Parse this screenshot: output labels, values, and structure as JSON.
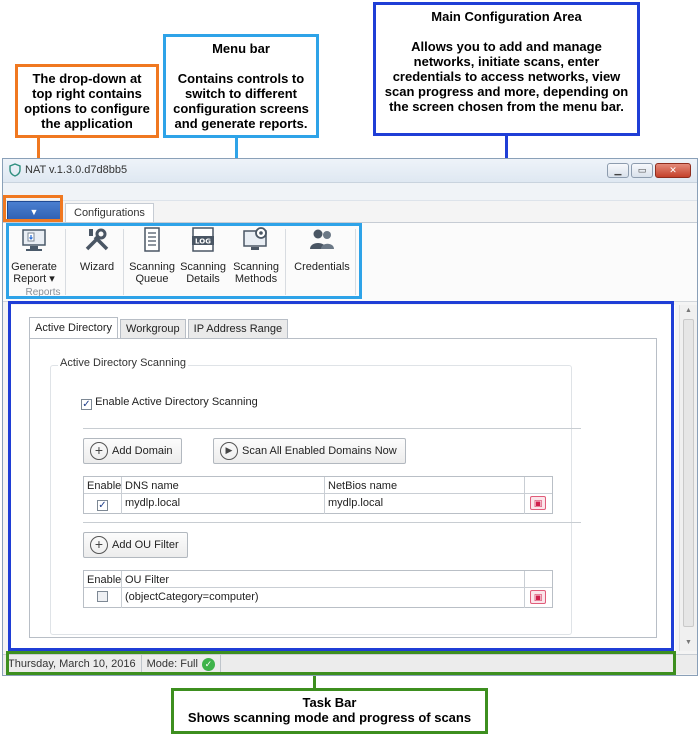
{
  "callouts": {
    "main_area": "Main Configuration Area\n\nAllows you to add and manage networks, initiate scans, enter credentials to access networks, view scan progress and more, depending on the screen chosen from the menu bar.",
    "menu_bar": "Menu bar\n\nContains controls to switch to different configuration screens and generate reports.",
    "dropdown": "The drop-down at top right contains options to configure the application",
    "task_bar": "Task Bar\nShows scanning mode and progress of scans"
  },
  "colors": {
    "dropdown_callout": "#f07820",
    "menubar_callout": "#2ea3e8",
    "main_callout": "#1f3ed6",
    "taskbar_callout": "#3d8f1f"
  },
  "window": {
    "title": "NAT v.1.3.0.d7d8bb5",
    "controls": [
      "minimize",
      "maximize",
      "close"
    ]
  },
  "tabs": {
    "main": "Configurations"
  },
  "ribbon": {
    "buttons": [
      {
        "label": "Generate Report ▾",
        "icon": "report-icon"
      },
      {
        "label": "Wizard",
        "icon": "tools-icon"
      },
      {
        "label": "Scanning Queue",
        "icon": "queue-icon"
      },
      {
        "label": "Scanning Details",
        "icon": "log-icon"
      },
      {
        "label": "Scanning Methods",
        "icon": "methods-icon"
      },
      {
        "label": "Credentials",
        "icon": "users-icon"
      }
    ],
    "group_label": "Reports"
  },
  "subtabs": [
    "Active Directory",
    "Workgroup",
    "IP Address Range"
  ],
  "ad": {
    "group_title": "Active Directory Scanning",
    "enable_label": "Enable Active Directory Scanning",
    "enable_checked": true,
    "add_domain": "Add Domain",
    "scan_all": "Scan All Enabled Domains Now",
    "domains_columns": [
      "Enable",
      "DNS name",
      "NetBios name"
    ],
    "domains_row": {
      "enabled": true,
      "dns": "mydlp.local",
      "netbios": "mydlp.local"
    },
    "add_ou": "Add OU Filter",
    "ou_columns": [
      "Enable",
      "OU Filter"
    ],
    "ou_row": {
      "enabled": false,
      "filter": "(objectCategory=computer)"
    }
  },
  "status": {
    "date": "Thursday, March 10, 2016",
    "mode": "Mode: Full"
  }
}
